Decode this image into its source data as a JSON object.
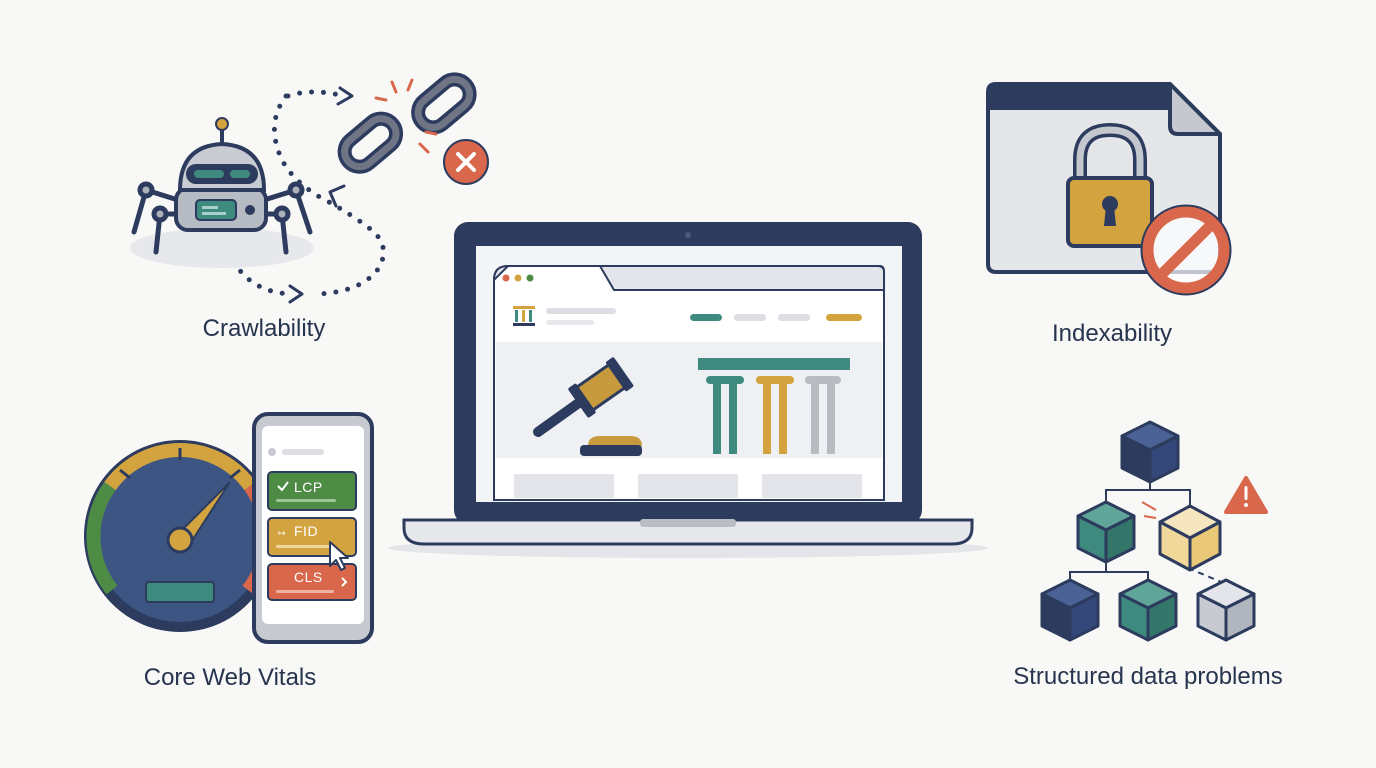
{
  "labels": {
    "crawlability": "Crawlability",
    "indexability": "Indexability",
    "core_web_vitals": "Core Web Vitals",
    "structured_data": "Structured data problems"
  },
  "phone_metrics": {
    "lcp": "LCP",
    "fid": "FID",
    "cls": "CLS"
  },
  "colors": {
    "navy": "#2c3b5e",
    "teal": "#3f8a7e",
    "gold": "#d3a33f",
    "red": "#d8674b",
    "green": "#4e8c46",
    "grey": "#c7c9cf",
    "background": "#f8f8f7"
  },
  "icons": [
    "robot-spider-icon",
    "broken-link-icon",
    "error-x-icon",
    "locked-page-icon",
    "padlock-icon",
    "no-entry-icon",
    "speedometer-icon",
    "smartphone-icon",
    "laptop-icon",
    "gavel-icon",
    "pillars-icon",
    "cube-hierarchy-icon",
    "warning-icon"
  ]
}
